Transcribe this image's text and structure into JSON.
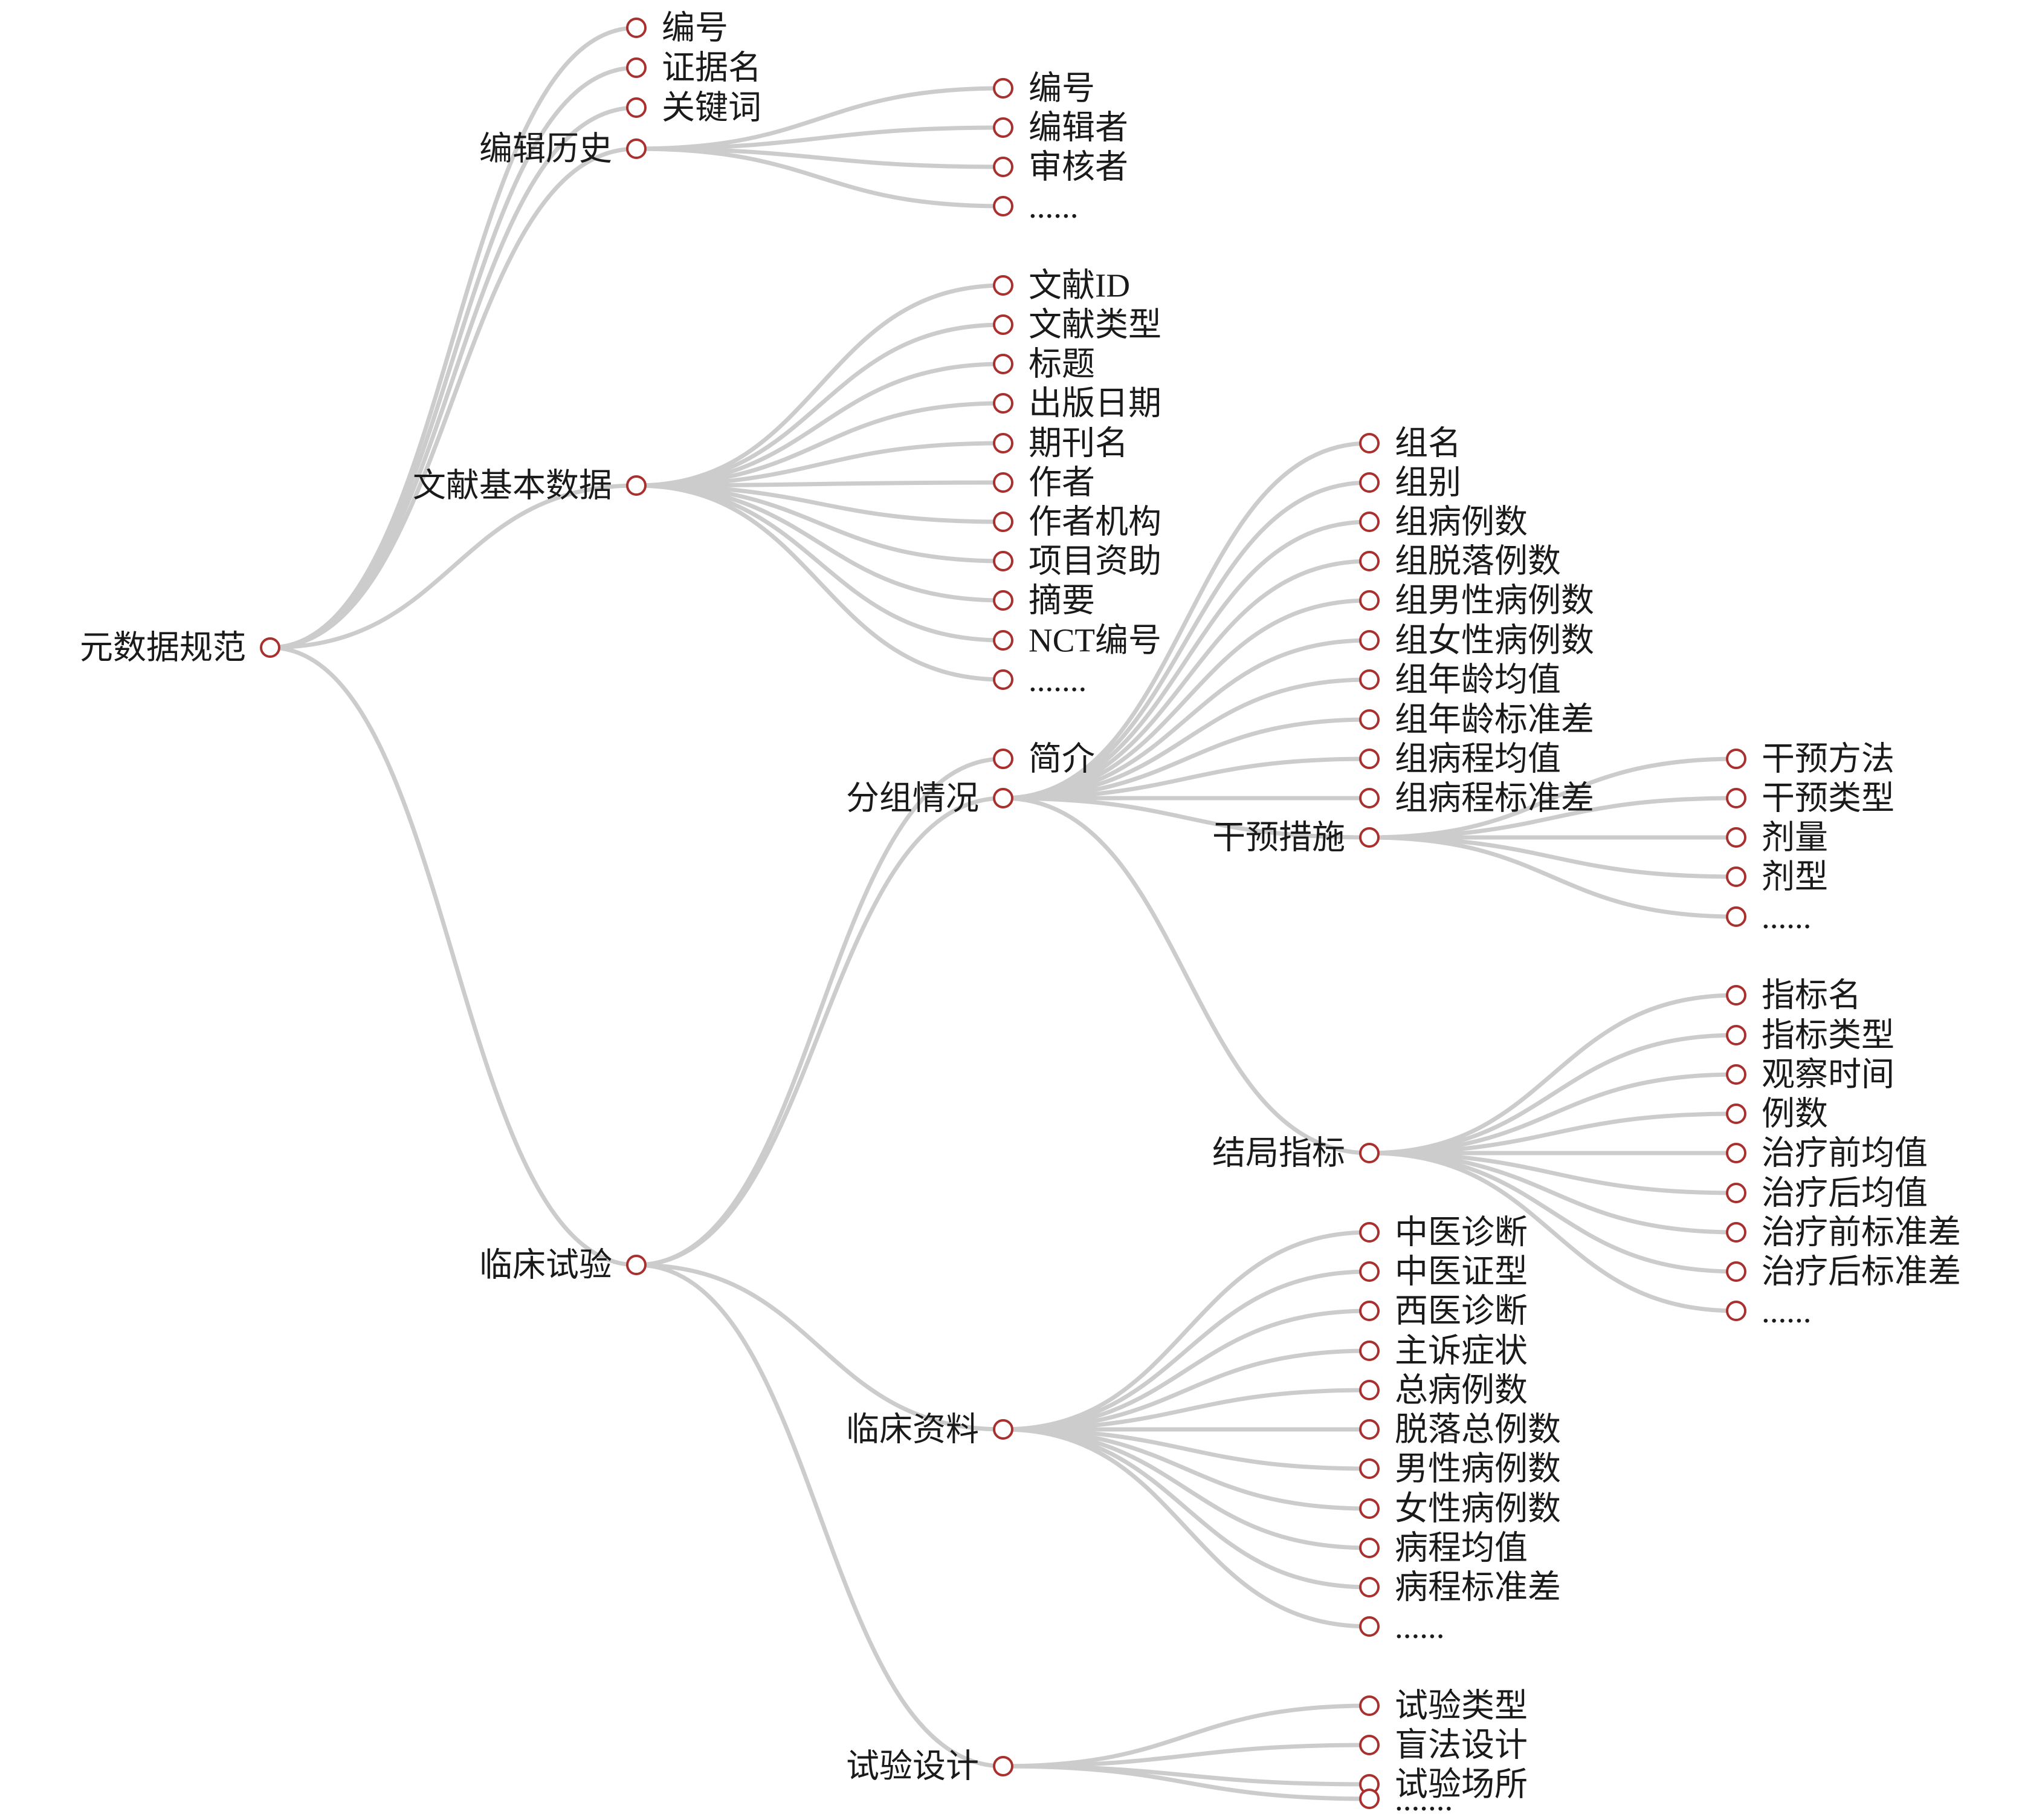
{
  "tree": {
    "label": "元数据规范",
    "children": [
      {
        "label": "编号"
      },
      {
        "label": "证据名"
      },
      {
        "label": "关键词"
      },
      {
        "label": "编辑历史",
        "children": [
          {
            "label": "编号"
          },
          {
            "label": "编辑者"
          },
          {
            "label": "审核者"
          },
          {
            "label": "......"
          }
        ]
      },
      {
        "label": "文献基本数据",
        "children": [
          {
            "label": "文献ID"
          },
          {
            "label": "文献类型"
          },
          {
            "label": "标题"
          },
          {
            "label": "出版日期"
          },
          {
            "label": "期刊名"
          },
          {
            "label": "作者"
          },
          {
            "label": "作者机构"
          },
          {
            "label": "项目资助"
          },
          {
            "label": "摘要"
          },
          {
            "label": "NCT编号"
          },
          {
            "label": "......."
          }
        ]
      },
      {
        "label": "临床试验",
        "children": [
          {
            "label": "简介"
          },
          {
            "label": "分组情况",
            "children": [
              {
                "label": "组名"
              },
              {
                "label": "组别"
              },
              {
                "label": "组病例数"
              },
              {
                "label": "组脱落例数"
              },
              {
                "label": "组男性病例数"
              },
              {
                "label": "组女性病例数"
              },
              {
                "label": "组年龄均值"
              },
              {
                "label": "组年龄标准差"
              },
              {
                "label": "组病程均值"
              },
              {
                "label": "组病程标准差"
              },
              {
                "label": "干预措施",
                "children": [
                  {
                    "label": "干预方法"
                  },
                  {
                    "label": "干预类型"
                  },
                  {
                    "label": "剂量"
                  },
                  {
                    "label": "剂型"
                  },
                  {
                    "label": "......"
                  }
                ]
              },
              {
                "label": "结局指标",
                "children": [
                  {
                    "label": "指标名"
                  },
                  {
                    "label": "指标类型"
                  },
                  {
                    "label": "观察时间"
                  },
                  {
                    "label": "例数"
                  },
                  {
                    "label": "治疗前均值"
                  },
                  {
                    "label": "治疗后均值"
                  },
                  {
                    "label": "治疗前标准差"
                  },
                  {
                    "label": "治疗后标准差"
                  },
                  {
                    "label": "......"
                  }
                ]
              }
            ]
          },
          {
            "label": "临床资料",
            "children": [
              {
                "label": "中医诊断"
              },
              {
                "label": "中医证型"
              },
              {
                "label": "西医诊断"
              },
              {
                "label": "主诉症状"
              },
              {
                "label": "总病例数"
              },
              {
                "label": "脱落总例数"
              },
              {
                "label": "男性病例数"
              },
              {
                "label": "女性病例数"
              },
              {
                "label": "病程均值"
              },
              {
                "label": "病程标准差"
              },
              {
                "label": "......"
              }
            ]
          },
          {
            "label": "试验设计",
            "children": [
              {
                "label": "试验类型"
              },
              {
                "label": "盲法设计"
              },
              {
                "label": "试验场所"
              },
              {
                "label": "......."
              }
            ]
          }
        ]
      }
    ]
  }
}
